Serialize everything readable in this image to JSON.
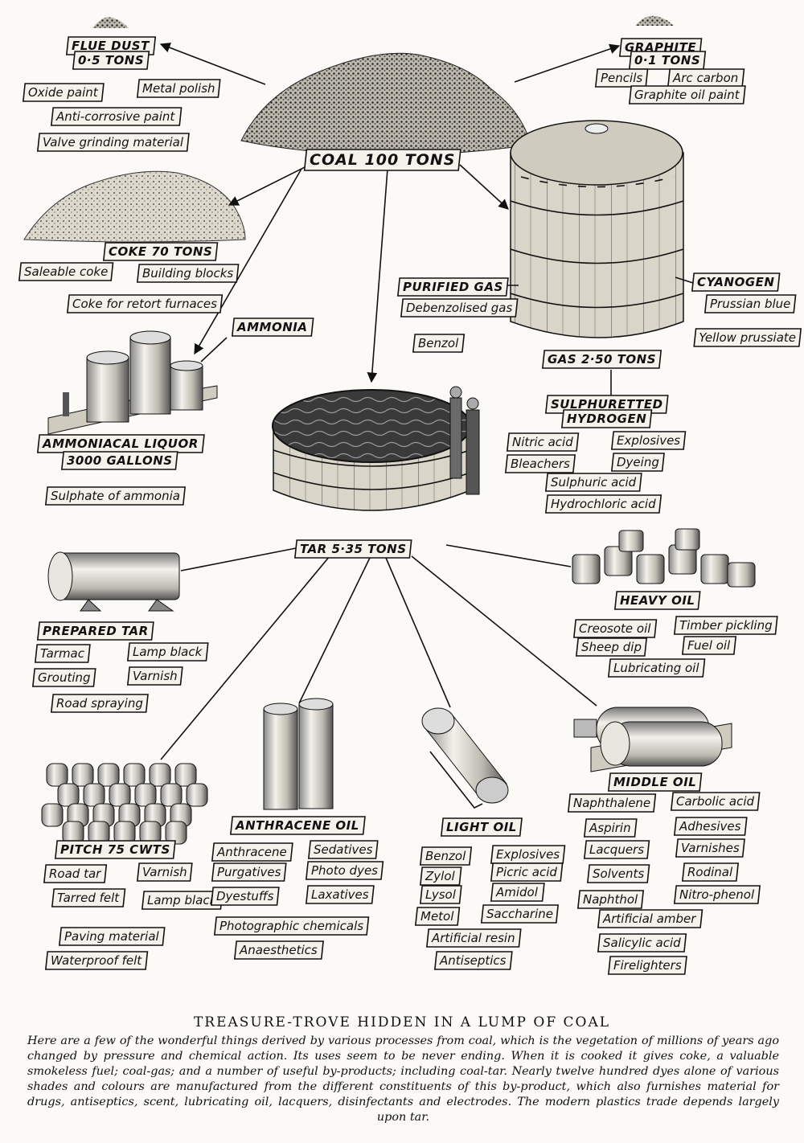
{
  "nodes": {
    "coal": {
      "title": "COAL 100 TONS"
    },
    "flue_dust": {
      "title": [
        "FLUE DUST",
        "0·5 TONS"
      ],
      "products": [
        "Oxide paint",
        "Metal polish",
        "Anti-corrosive paint",
        "Valve grinding material"
      ]
    },
    "graphite": {
      "title": [
        "GRAPHITE",
        "0·1 TONS"
      ],
      "products": [
        "Pencils",
        "Arc carbon",
        "Graphite oil paint"
      ]
    },
    "coke": {
      "title": "COKE 70 TONS",
      "products": [
        "Saleable coke",
        "Building blocks",
        "Coke for retort furnaces"
      ]
    },
    "ammonia": {
      "title": "AMMONIA"
    },
    "ammoniacal_liquor": {
      "title": [
        "AMMONIACAL LIQUOR",
        "3000 GALLONS"
      ],
      "products": [
        "Sulphate of ammonia"
      ]
    },
    "purified_gas": {
      "title": "PURIFIED GAS",
      "products": [
        "Debenzolised gas",
        "Benzol"
      ]
    },
    "cyanogen": {
      "title": "CYANOGEN",
      "products": [
        "Prussian blue",
        "Yellow prussiate"
      ]
    },
    "gas": {
      "title": "GAS 2·50 TONS"
    },
    "sulphuretted_hydrogen": {
      "title": [
        "SULPHURETTED",
        "HYDROGEN"
      ],
      "products": [
        "Nitric acid",
        "Explosives",
        "Bleachers",
        "Dyeing",
        "Sulphuric acid",
        "Hydrochloric acid"
      ]
    },
    "tar": {
      "title": "TAR 5·35 TONS"
    },
    "prepared_tar": {
      "title": "PREPARED TAR",
      "products": [
        "Tarmac",
        "Lamp black",
        "Grouting",
        "Varnish",
        "Road spraying"
      ]
    },
    "heavy_oil": {
      "title": "HEAVY OIL",
      "products": [
        "Creosote oil",
        "Timber pickling",
        "Sheep dip",
        "Fuel oil",
        "Lubricating oil"
      ]
    },
    "pitch": {
      "title": "PITCH 75 CWTS",
      "products": [
        "Road tar",
        "Varnish",
        "Tarred felt",
        "Lamp black",
        "Paving material",
        "Waterproof felt"
      ]
    },
    "anthracene_oil": {
      "title": "ANTHRACENE OIL",
      "products": [
        "Anthracene",
        "Sedatives",
        "Purgatives",
        "Photo dyes",
        "Dyestuffs",
        "Laxatives",
        "Photographic chemicals",
        "Anaesthetics"
      ]
    },
    "light_oil": {
      "title": "LIGHT OIL",
      "products": [
        "Benzol",
        "Explosives",
        "Zylol",
        "Picric acid",
        "Lysol",
        "Amidol",
        "Metol",
        "Saccharine",
        "Artificial resin",
        "Antiseptics"
      ]
    },
    "middle_oil": {
      "title": "MIDDLE OIL",
      "products": [
        "Naphthalene",
        "Carbolic acid",
        "Aspirin",
        "Adhesives",
        "Lacquers",
        "Varnishes",
        "Solvents",
        "Rodinal",
        "Naphthol",
        "Nitro-phenol",
        "Artificial amber",
        "Salicylic acid",
        "Firelighters"
      ]
    }
  },
  "caption": {
    "title": "TREASURE-TROVE HIDDEN IN A LUMP OF COAL",
    "text": "Here are a few of the wonderful things derived by various processes from coal, which is the vegetation of millions of years ago changed by pressure and chemical action. Its uses seem to be never ending. When it is cooked it gives coke, a valuable smokeless fuel; coal-gas; and a number of useful by-products; including coal-tar. Nearly twelve hundred dyes alone of various shades and colours are manufactured from the different constituents of this by-product, which also furnishes material for drugs, antiseptics, scent, lubricating oil, lacquers, disinfectants and electrodes. The modern plastics trade depends largely upon tar."
  }
}
